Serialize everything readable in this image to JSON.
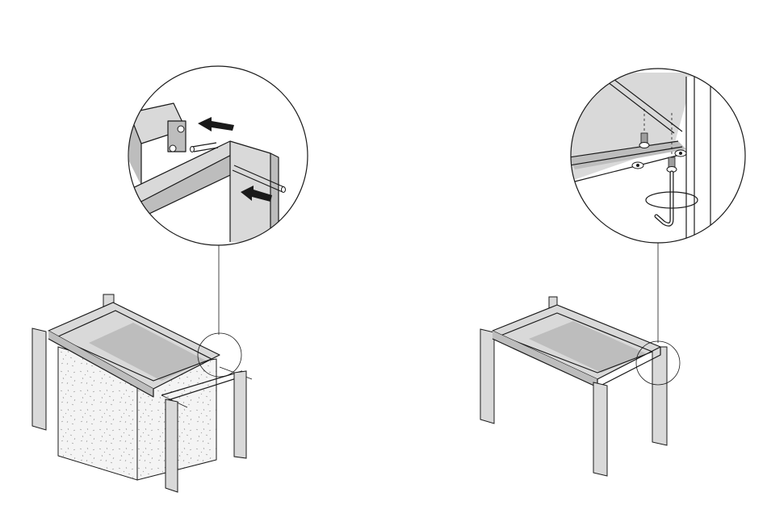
{
  "figure": {
    "panels": [
      {
        "id": "left",
        "step": "insert-rods-into-frame"
      },
      {
        "id": "right",
        "step": "tighten-bolts-with-allen-key"
      }
    ],
    "colors": {
      "line": "#1a1a1a",
      "panel": "#d9d9d9",
      "shade": "#bdbdbd",
      "dark": "#9e9e9e",
      "background": "#ffffff"
    },
    "icons": [
      "arrow-right-to-left-icon",
      "arrow-right-to-left-icon",
      "rotate-icon",
      "allen-key-icon"
    ]
  }
}
